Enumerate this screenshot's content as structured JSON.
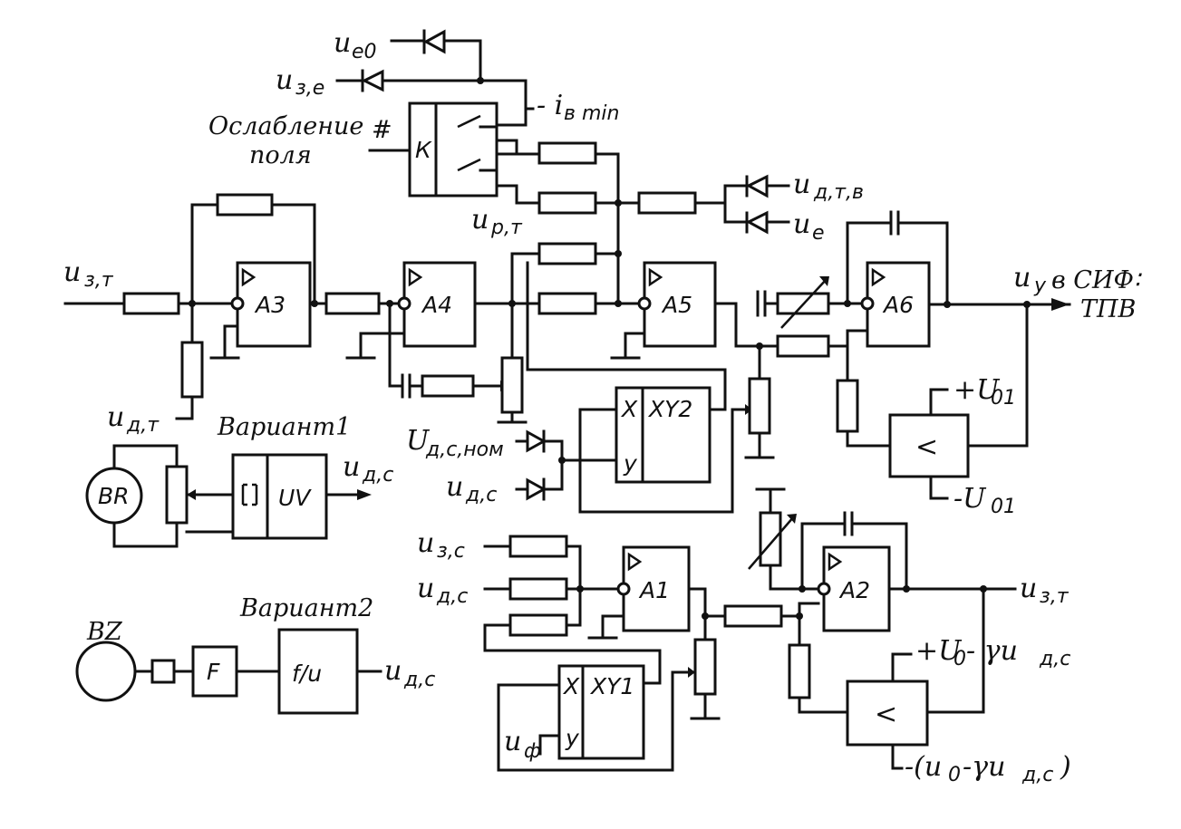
{
  "labels": {
    "u_e0": "u",
    "u_e0_sub": "e0",
    "u_ze": "u",
    "u_ze_sub": "з,e",
    "i_bmin": "- i",
    "i_bmin_sub": "в min",
    "field_weak_1": "Ослабление",
    "field_weak_2": "поля",
    "hash": "#",
    "relay_k": "К",
    "u_dtv": "u",
    "u_dtv_sub": "д,т,в",
    "u_e": "u",
    "u_e_sub": "e",
    "u_rt": "u",
    "u_rt_sub": "р,т",
    "u_zt_in": "u",
    "u_zt_in_sub": "з,т",
    "u_dt": "u",
    "u_dt_sub": "д,т",
    "u_y": "u",
    "u_y_sub": "у",
    "to_sif": "в СИФ∶",
    "tpv": "ТПВ",
    "plus_u01": "+U",
    "plus_u01_sub": "01",
    "minus_u01": "-U",
    "minus_u01_sub": "01",
    "variant1": "Вариант1",
    "variant2": "Вариант2",
    "br": "BR",
    "uv": "UV",
    "u_dc_v1": "u",
    "u_dc_v1_sub": "д,с",
    "U_dcnom": "U",
    "U_dcnom_sub": "д,с,ном",
    "u_dc_xy2": "u",
    "u_dc_xy2_sub": "д,с",
    "xy2": "XY2",
    "xy1": "XY1",
    "x": "X",
    "y": "y",
    "u_zc": "u",
    "u_zc_sub": "з,с",
    "u_dc_a1": "u",
    "u_dc_a1_sub": "д,с",
    "u_zt_out": "u",
    "u_zt_out_sub": "з,т",
    "plus_u0": "+U",
    "plus_u0_sub": "0",
    "plus_u0_tail": "- γu",
    "plus_u0_tail_sub": "д,с",
    "minus_u0": "-(u",
    "minus_u0_sub": "0",
    "minus_u0_mid": "-γu",
    "minus_u0_mid_sub": "д,с",
    "minus_u0_end": ")",
    "bz": "BZ",
    "f_block": "F",
    "fu_block": "f/u",
    "u_dc_v2": "u",
    "u_dc_v2_sub": "д,с",
    "comparator": "<"
  },
  "amplifiers": {
    "a1": "A1",
    "a2": "A2",
    "a3": "A3",
    "a4": "A4",
    "a5": "A5",
    "a6": "A6"
  }
}
